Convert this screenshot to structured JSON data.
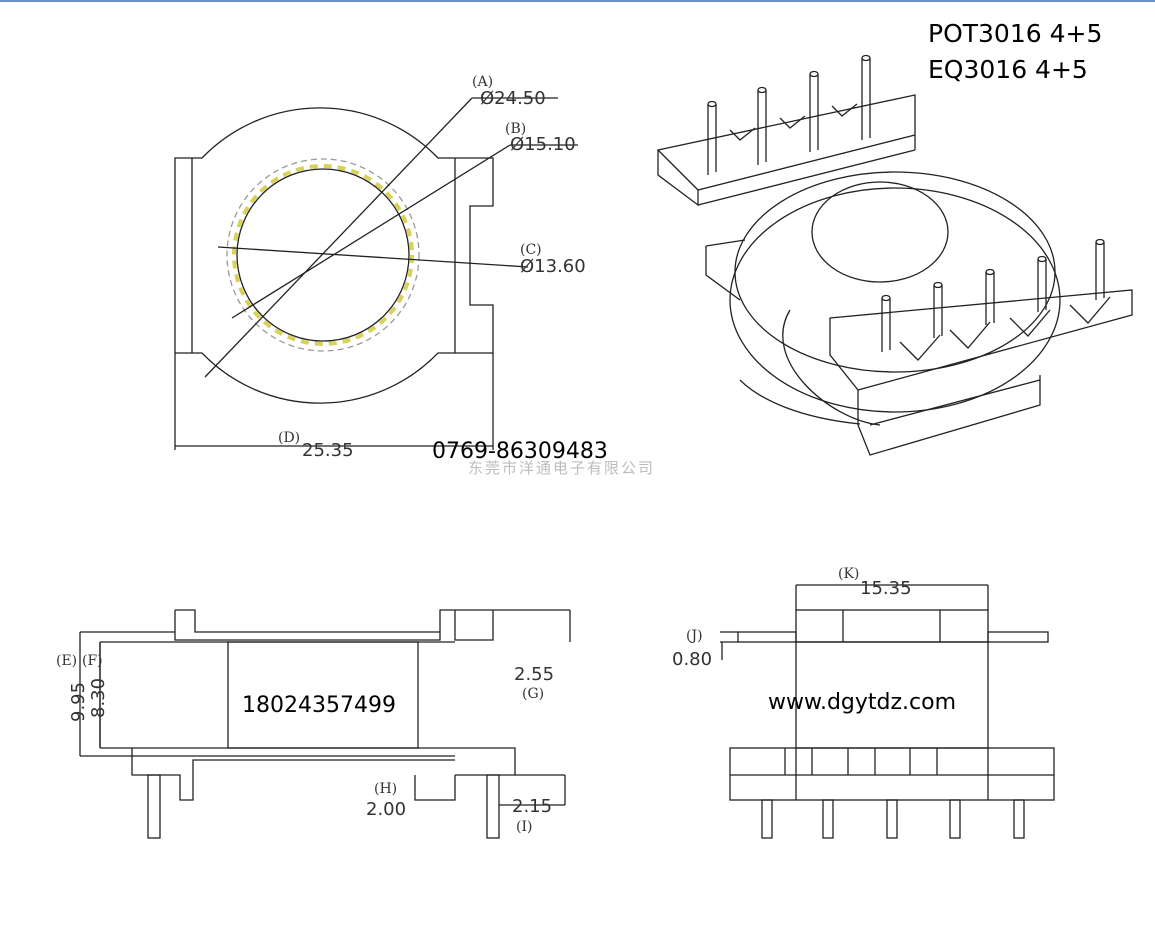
{
  "titles": {
    "line1": "POT3016 4+5",
    "line2": "EQ3016  4+5"
  },
  "contact": {
    "phone1": "0769-86309483",
    "phone2": "18024357499",
    "website": "www.dgytdz.com",
    "company": "东莞市洋通电子有限公司"
  },
  "dimensions": {
    "A": {
      "label": "(A)",
      "value": "Ø24.50"
    },
    "B": {
      "label": "(B)",
      "value": "Ø15.10"
    },
    "C": {
      "label": "(C)",
      "value": "Ø13.60"
    },
    "D": {
      "label": "(D)",
      "value": "25.35"
    },
    "E": {
      "label": "(E)",
      "value": "9.95"
    },
    "F": {
      "label": "(F)",
      "value": "8.30"
    },
    "G": {
      "label": "(G)",
      "value": "2.55"
    },
    "H": {
      "label": "(H)",
      "value": "2.00"
    },
    "I": {
      "label": "(I)",
      "value": "2.15"
    },
    "J": {
      "label": "(J)",
      "value": "0.80"
    },
    "K": {
      "label": "(K)",
      "value": "15.35"
    }
  }
}
